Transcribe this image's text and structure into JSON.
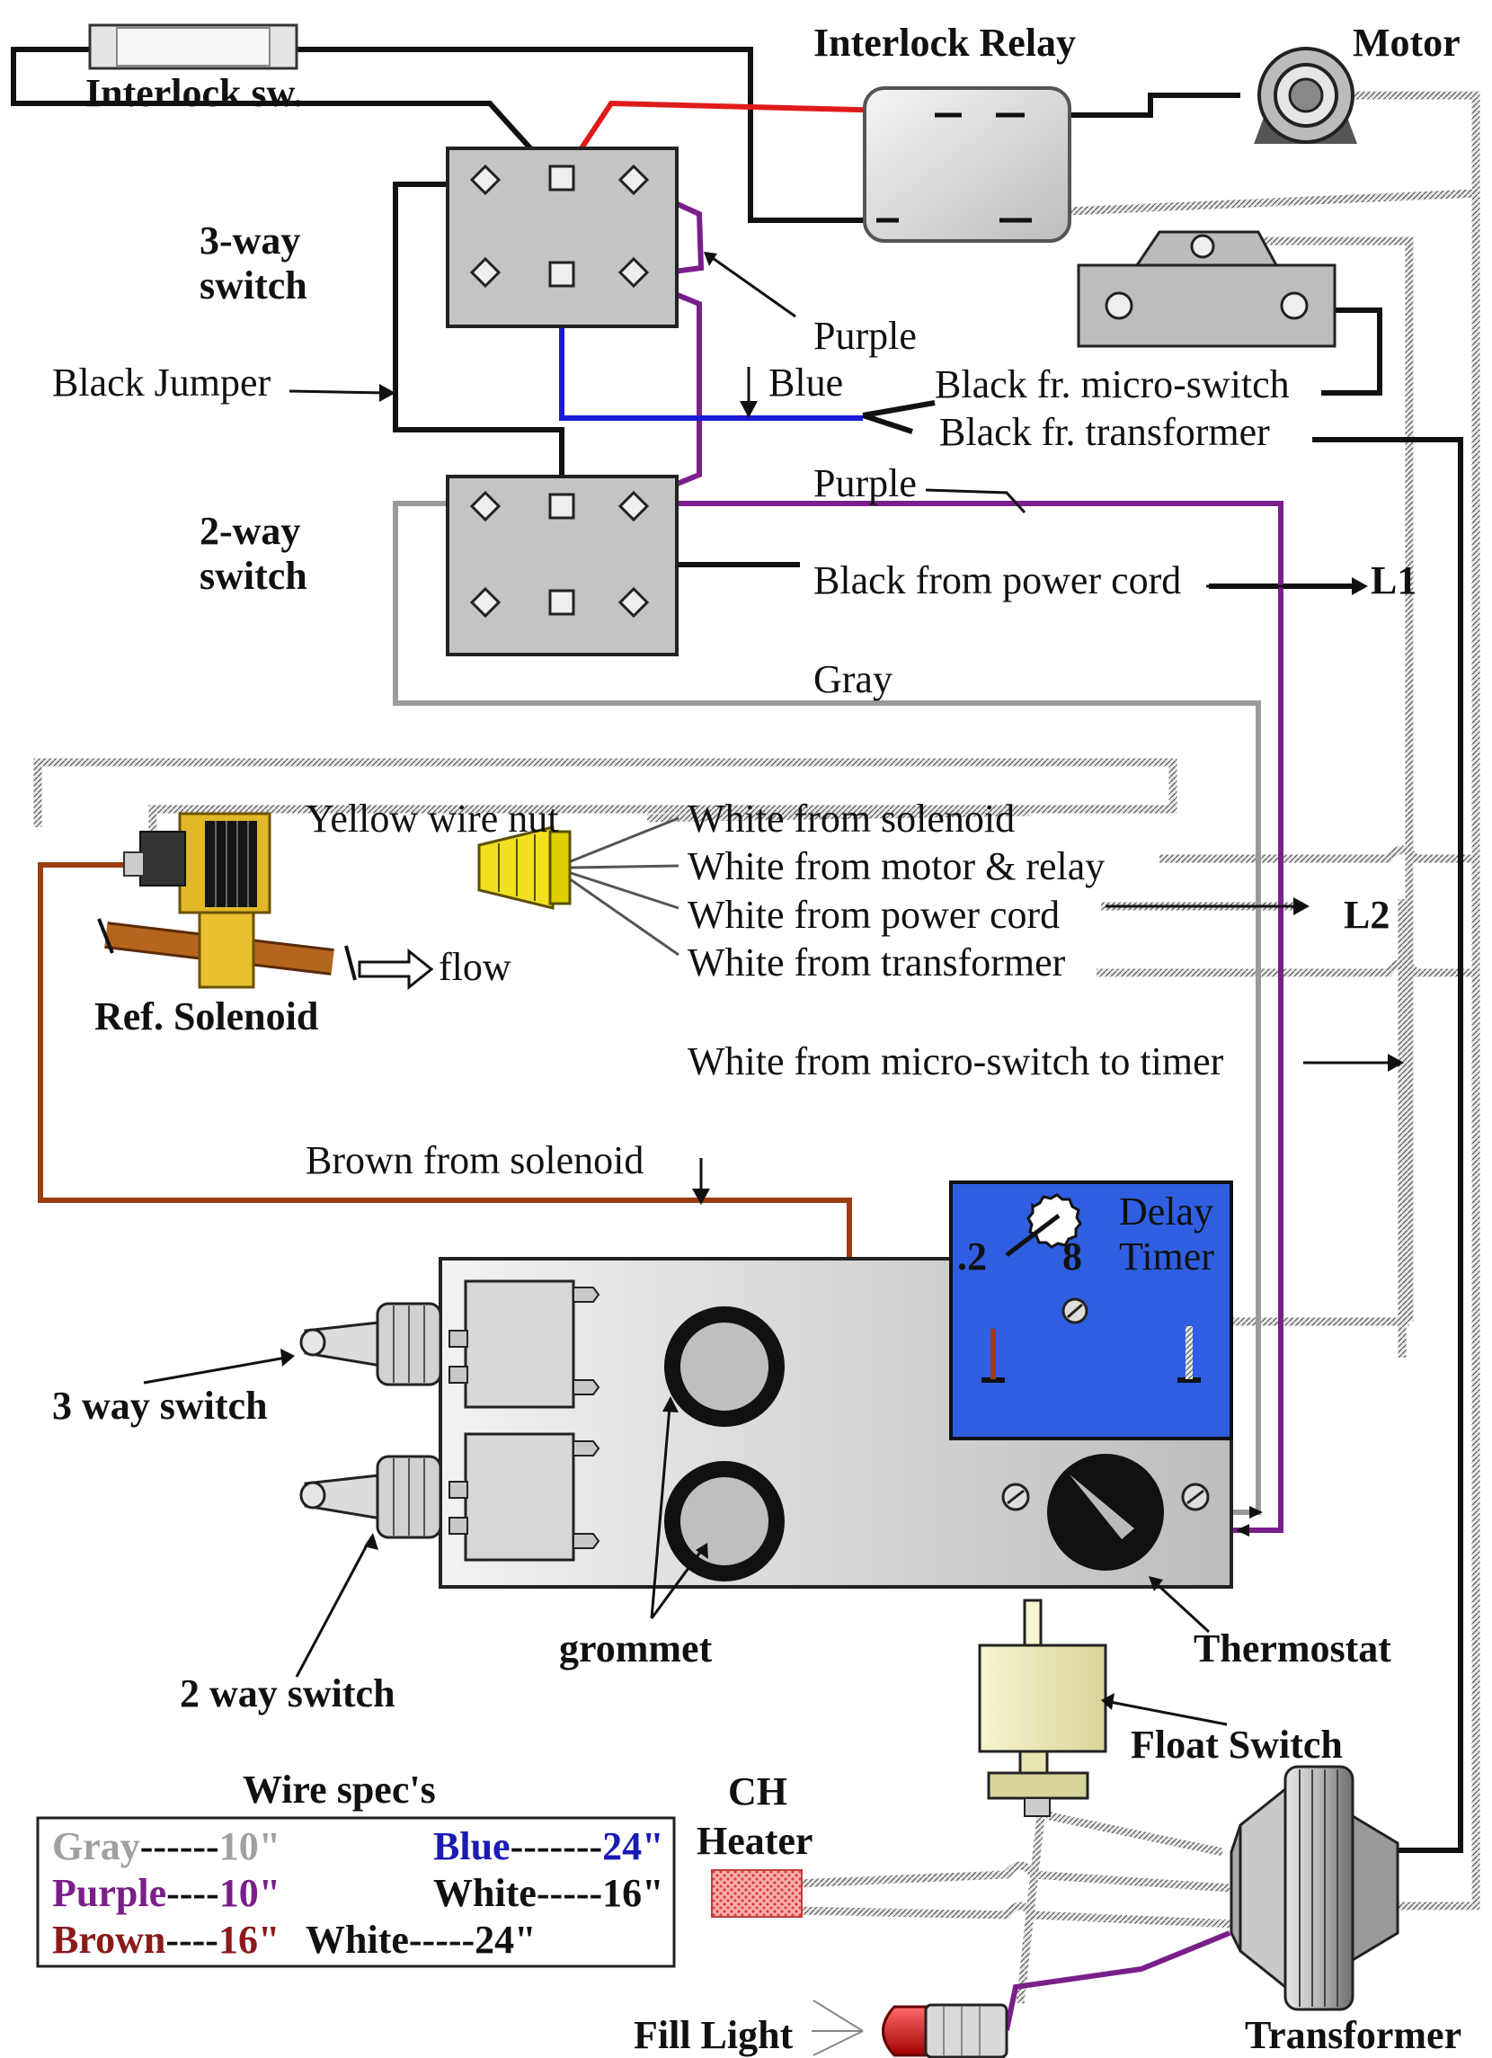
{
  "labels": {
    "interlock_sw": "Interlock sw.",
    "interlock_relay": "Interlock Relay",
    "motor": "Motor",
    "switch3_line1": "3-way",
    "switch3_line2": "switch",
    "switch2_line1": "2-way",
    "switch2_line2": "switch",
    "black_jumper": "Black Jumper",
    "purple_upper": "Purple",
    "blue": "Blue",
    "black_micro": "Black fr. micro-switch",
    "black_transformer": "Black fr. transformer",
    "purple_lower": "Purple",
    "black_power": "Black from power cord",
    "l1": "L1",
    "gray": "Gray",
    "yellow_nut": "Yellow wire nut",
    "white_solenoid": "White from solenoid",
    "white_motor": "White from motor & relay",
    "white_power": "White from power cord",
    "l2": "L2",
    "white_transformer": "White from transformer",
    "flow": "flow",
    "ref_solenoid": "Ref. Solenoid",
    "white_micro_timer": "White from micro-switch to timer",
    "brown_solenoid": "Brown from solenoid",
    "delay_line1": "Delay",
    "delay_line2": "Timer",
    "dial_min": ".2",
    "dial_max": "8",
    "three_way_switch": "3 way switch",
    "two_way_switch": "2 way switch",
    "grommet": "grommet",
    "thermostat": "Thermostat",
    "float_switch": "Float Switch",
    "ch_line1": "CH",
    "ch_line2": "Heater",
    "fill_light": "Fill Light",
    "transformer": "Transformer"
  },
  "wire_specs": {
    "title": "Wire spec's",
    "rows": [
      {
        "color_name": "Gray",
        "dashes": "------",
        "length": "10\"",
        "color": "#a0a0a0"
      },
      {
        "color_name": "Blue",
        "dashes": "-------",
        "length": "24\"",
        "color": "#1a1ab5"
      },
      {
        "color_name": "Purple",
        "dashes": "----",
        "length": "10\"",
        "color": "#7a1f8a"
      },
      {
        "color_name": "White",
        "dashes": "-----",
        "length": "16\"",
        "color": "#111111"
      },
      {
        "color_name": "Brown",
        "dashes": "----",
        "length": "16\"",
        "color": "#8b1a1a"
      },
      {
        "color_name": "White",
        "dashes": "-----",
        "length": "24\"",
        "color": "#111111"
      }
    ]
  },
  "colors": {
    "black_wire": "#111111",
    "red_wire": "#e01b1b",
    "purple_wire": "#7a1f8a",
    "blue_wire": "#1a1ad8",
    "gray_wire": "#9a9a9a",
    "brown_wire": "#9c3d10",
    "timer_panel": "#2f5fe0",
    "wire_nut": "#f0e020"
  }
}
